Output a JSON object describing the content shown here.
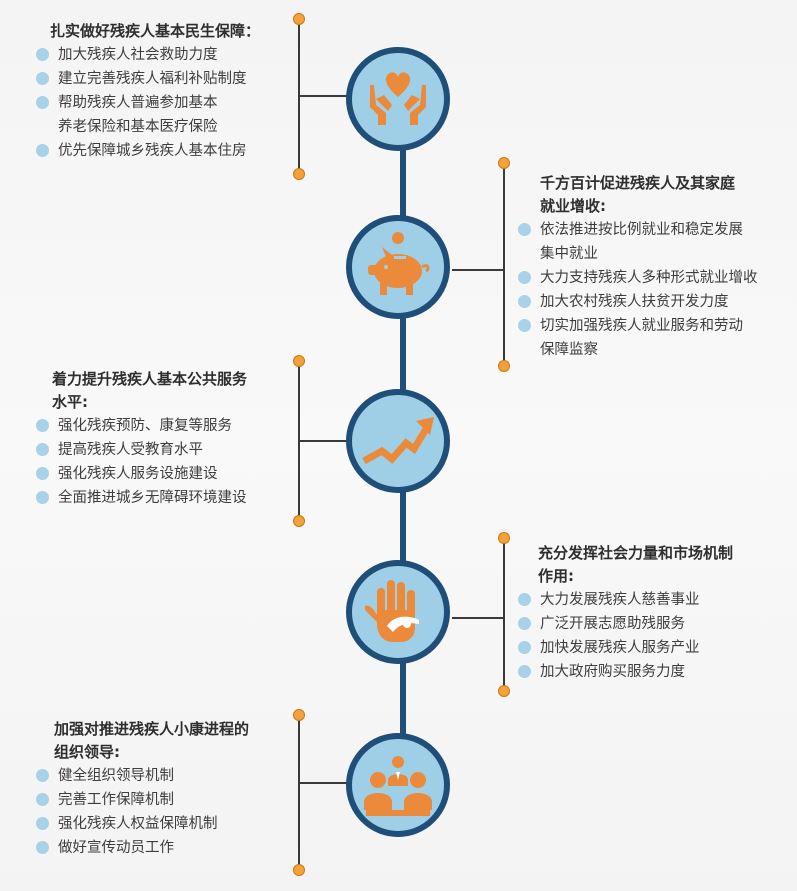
{
  "sections": [
    {
      "title": "扎实做好残疾人基本民生保障：",
      "items": [
        "加大残疾人社会救助力度",
        "建立完善残疾人福利补贴制度",
        "帮助残疾人普遍参加基本\n养老保险和基本医疗保险",
        "优先保障城乡残疾人基本住房"
      ],
      "icon": "hands-heart-icon"
    },
    {
      "title": "千方百计促进残疾人及其家庭\n就业增收:",
      "items": [
        "依法推进按比例就业和稳定发展\n集中就业",
        "大力支持残疾人多种形式就业增收",
        "加大农村残疾人扶贫开发力度",
        "切实加强残疾人就业服务和劳动\n保障监察"
      ],
      "icon": "piggy-bank-icon"
    },
    {
      "title": "着力提升残疾人基本公共服务\n水平:",
      "items": [
        "强化残疾预防、康复等服务",
        "提高残疾人受教育水平",
        "强化残疾人服务设施建设",
        "全面推进城乡无障碍环境建设"
      ],
      "icon": "trend-arrow-icon"
    },
    {
      "title": "充分发挥社会力量和市场机制\n作用:",
      "items": [
        "大力发展残疾人慈善事业",
        "广泛开展志愿助残服务",
        "加快发展残疾人服务产业",
        "加大政府购买服务力度"
      ],
      "icon": "helping-hands-icon"
    },
    {
      "title": "加强对推进残疾人小康进程的\n组织领导:",
      "items": [
        "健全组织领导机制",
        "完善工作保障机制",
        "强化残疾人权益保障机制",
        "做好宣传动员工作"
      ],
      "icon": "team-meeting-icon"
    }
  ],
  "colors": {
    "spine": "#1f4e79",
    "circle_fill": "#9fcfe6",
    "icon": "#ea8a3a",
    "dot": "#f5a13a",
    "bullet": "#a9d2e8"
  }
}
